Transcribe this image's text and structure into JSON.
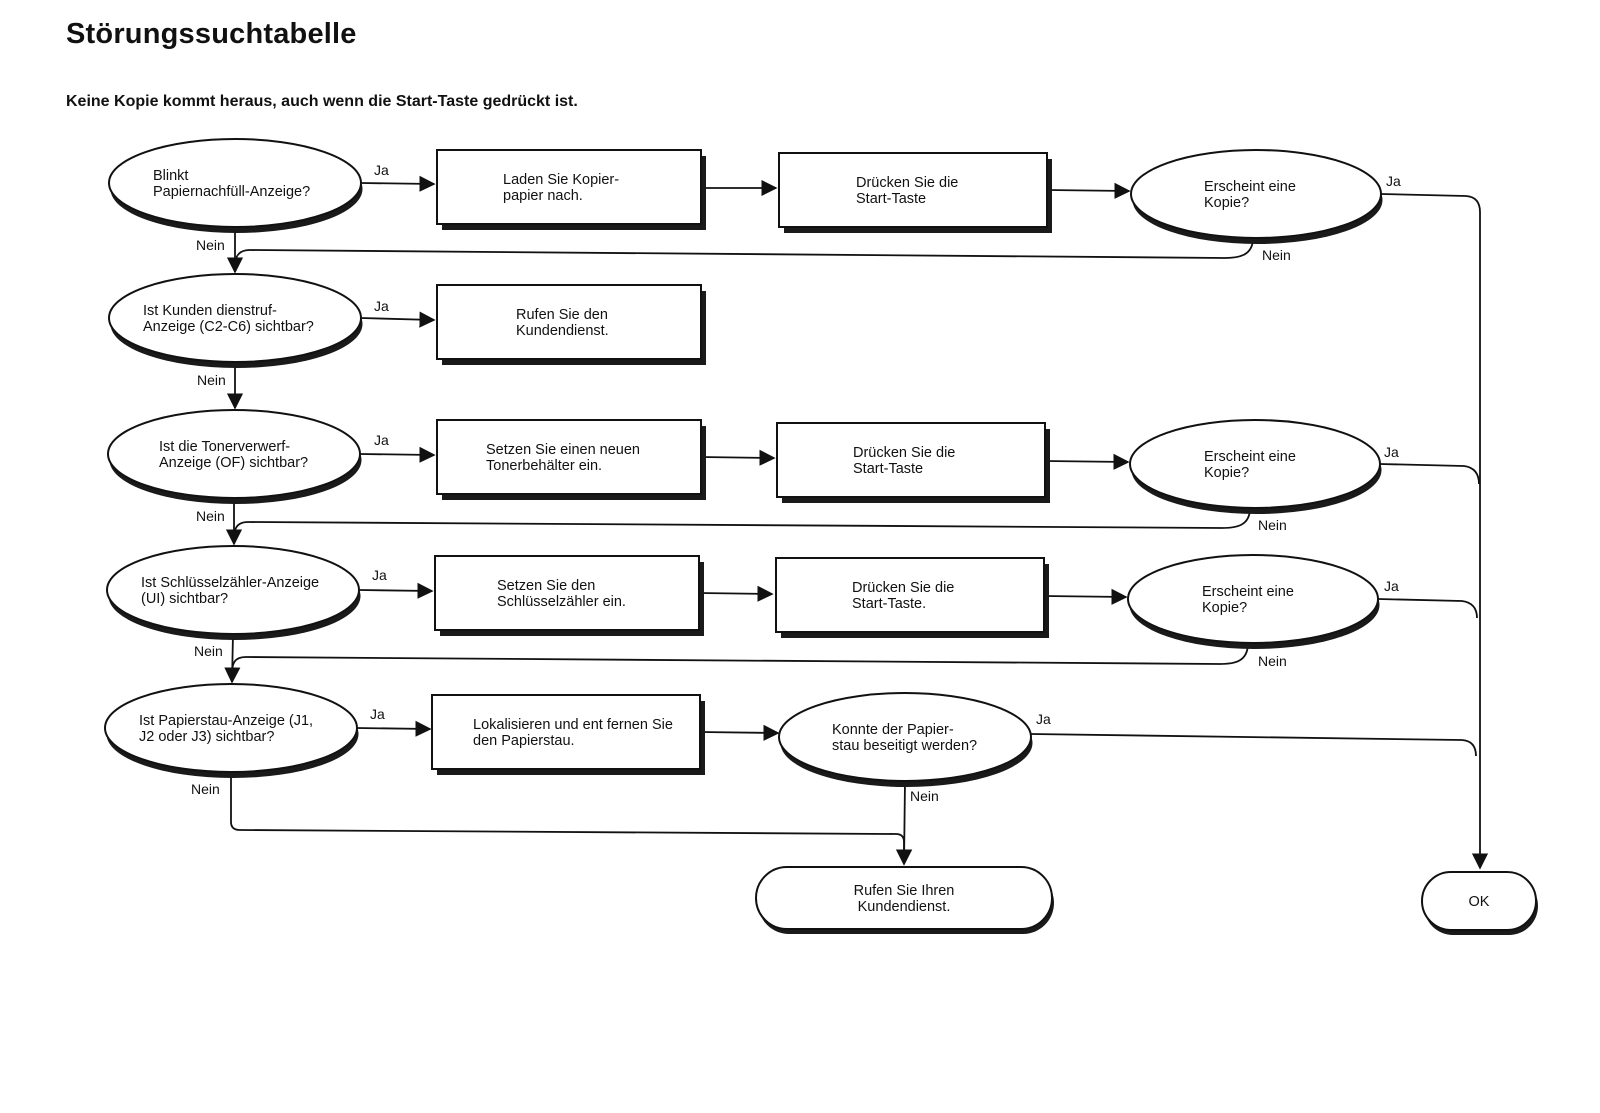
{
  "title": "Störungssuchtabelle",
  "subtitle": "Keine Kopie kommt heraus, auch wenn die Start-Taste gedrückt ist.",
  "nodes": {
    "q_paper": {
      "lines": [
        "Blinkt",
        "Papiernachfüll-Anzeige?"
      ]
    },
    "a_paper": {
      "lines": [
        "Laden Sie Kopier-",
        "papier nach."
      ]
    },
    "start1": {
      "lines": [
        "Drücken Sie die",
        "Start-Taste"
      ]
    },
    "copy1": {
      "lines": [
        "Erscheint eine",
        "Kopie?"
      ]
    },
    "q_service": {
      "lines": [
        "Ist Kunden dienstruf-",
        "Anzeige (C2-C6) sichtbar?"
      ]
    },
    "a_service": {
      "lines": [
        "Rufen Sie den",
        "Kundendienst."
      ]
    },
    "q_toner": {
      "lines": [
        "Ist die Tonerverwerf-",
        "Anzeige (OF) sichtbar?"
      ]
    },
    "a_toner": {
      "lines": [
        "Setzen Sie einen neuen",
        "Tonerbehälter ein."
      ]
    },
    "start2": {
      "lines": [
        "Drücken Sie die",
        "Start-Taste"
      ]
    },
    "copy2": {
      "lines": [
        "Erscheint eine",
        "Kopie?"
      ]
    },
    "q_key": {
      "lines": [
        "Ist Schlüsselzähler-Anzeige",
        "(UI) sichtbar?"
      ]
    },
    "a_key": {
      "lines": [
        "Setzen Sie den",
        "Schlüsselzähler ein."
      ]
    },
    "start3": {
      "lines": [
        "Drücken Sie die",
        "Start-Taste."
      ]
    },
    "copy3": {
      "lines": [
        "Erscheint eine",
        "Kopie?"
      ]
    },
    "q_jam": {
      "lines": [
        "Ist Papierstau-Anzeige (J1,",
        "J2 oder J3) sichtbar?"
      ]
    },
    "a_jam": {
      "lines": [
        "Lokalisieren und ent fernen Sie",
        "den Papierstau."
      ]
    },
    "q_jam_fixed": {
      "lines": [
        "Konnte der Papier-",
        "stau beseitigt werden?"
      ]
    },
    "end_call": {
      "lines": [
        "Rufen Sie Ihren",
        "Kundendienst."
      ]
    },
    "end_ok": {
      "lines": [
        "OK"
      ]
    }
  },
  "edge_labels": {
    "yes": "Ja",
    "no": "Nein"
  }
}
